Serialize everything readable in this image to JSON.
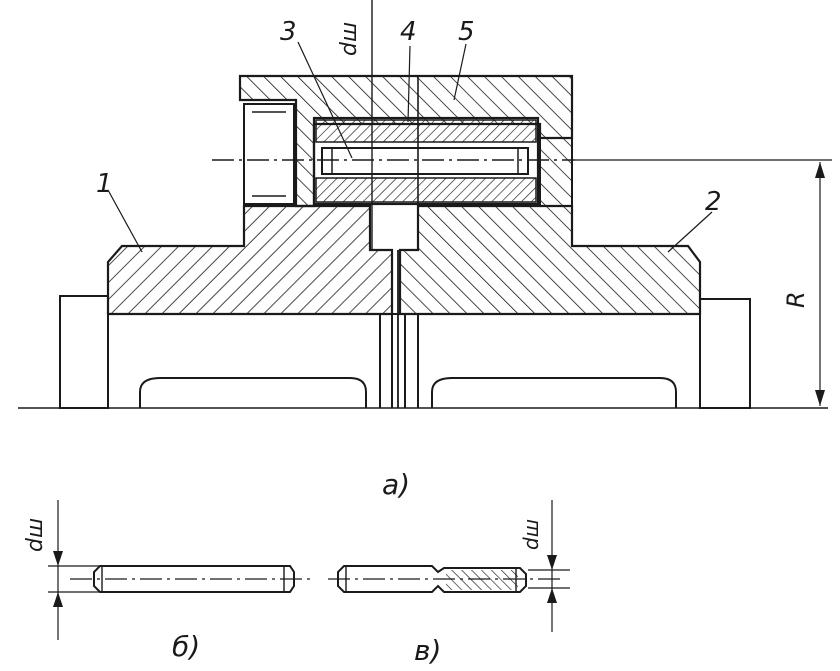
{
  "labels": {
    "part_1": "1",
    "part_2": "2",
    "part_3": "3",
    "part_4": "4",
    "part_5": "5",
    "pin_diameter_top": "dш",
    "radius": "R",
    "view_a": "а)",
    "view_b": "б)",
    "view_v": "в)",
    "pin_diameter_b": "dш",
    "pin_diameter_v": "dш"
  },
  "colors": {
    "ink": "#1a1a1a",
    "paper": "#ffffff"
  }
}
